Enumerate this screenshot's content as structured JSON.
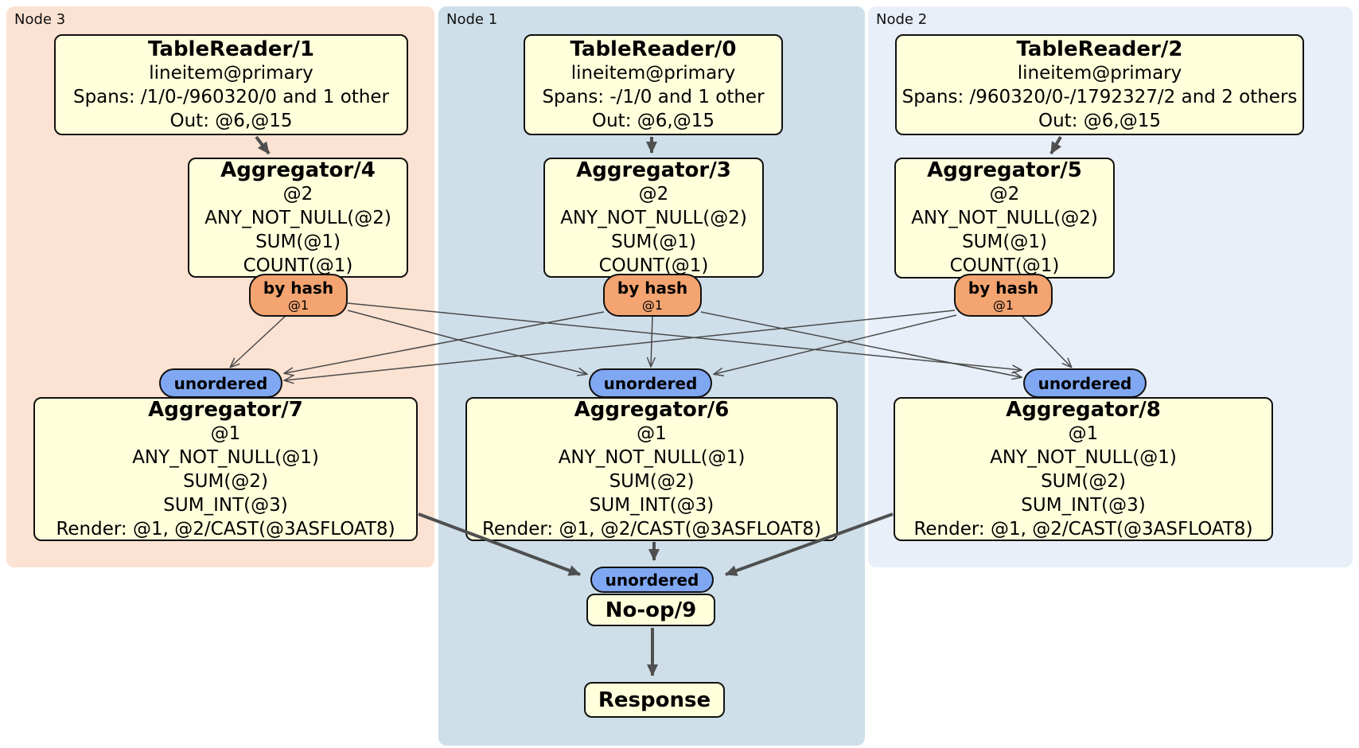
{
  "regions": {
    "node3": {
      "label": "Node 3"
    },
    "node1": {
      "label": "Node 1"
    },
    "node2": {
      "label": "Node 2"
    }
  },
  "labels": {
    "by_hash": "by hash",
    "hash_key": "@1",
    "unordered": "unordered"
  },
  "boxes": {
    "tr1": {
      "title": "TableReader/1",
      "lines": [
        "lineitem@primary",
        "Spans: /1/0-/960320/0 and 1 other",
        "Out: @6,@15"
      ]
    },
    "tr0": {
      "title": "TableReader/0",
      "lines": [
        "lineitem@primary",
        "Spans: -/1/0 and 1 other",
        "Out: @6,@15"
      ]
    },
    "tr2": {
      "title": "TableReader/2",
      "lines": [
        "lineitem@primary",
        "Spans: /960320/0-/1792327/2 and 2 others",
        "Out: @6,@15"
      ]
    },
    "agg4": {
      "title": "Aggregator/4",
      "lines": [
        "@2",
        "ANY_NOT_NULL(@2)",
        "SUM(@1)",
        "COUNT(@1)"
      ]
    },
    "agg3": {
      "title": "Aggregator/3",
      "lines": [
        "@2",
        "ANY_NOT_NULL(@2)",
        "SUM(@1)",
        "COUNT(@1)"
      ]
    },
    "agg5": {
      "title": "Aggregator/5",
      "lines": [
        "@2",
        "ANY_NOT_NULL(@2)",
        "SUM(@1)",
        "COUNT(@1)"
      ]
    },
    "agg7": {
      "title": "Aggregator/7",
      "lines": [
        "@1",
        "ANY_NOT_NULL(@1)",
        "SUM(@2)",
        "SUM_INT(@3)",
        "Render: @1, @2/CAST(@3ASFLOAT8)"
      ]
    },
    "agg6": {
      "title": "Aggregator/6",
      "lines": [
        "@1",
        "ANY_NOT_NULL(@1)",
        "SUM(@2)",
        "SUM_INT(@3)",
        "Render: @1, @2/CAST(@3ASFLOAT8)"
      ]
    },
    "agg8": {
      "title": "Aggregator/8",
      "lines": [
        "@1",
        "ANY_NOT_NULL(@1)",
        "SUM(@2)",
        "SUM_INT(@3)",
        "Render: @1, @2/CAST(@3ASFLOAT8)"
      ]
    },
    "noop": {
      "title": "No-op/9"
    },
    "response": {
      "title": "Response"
    }
  },
  "colors": {
    "node3_bg": "#fce2d2",
    "node1_bg": "#cfdfe9",
    "node2_bg": "#e9eff8",
    "processor_bg": "#ffffdc",
    "hash_router_bg": "#f4a470",
    "sync_bg": "#7fa7f2",
    "border": "#111111",
    "edge": "#4a4a4a"
  }
}
